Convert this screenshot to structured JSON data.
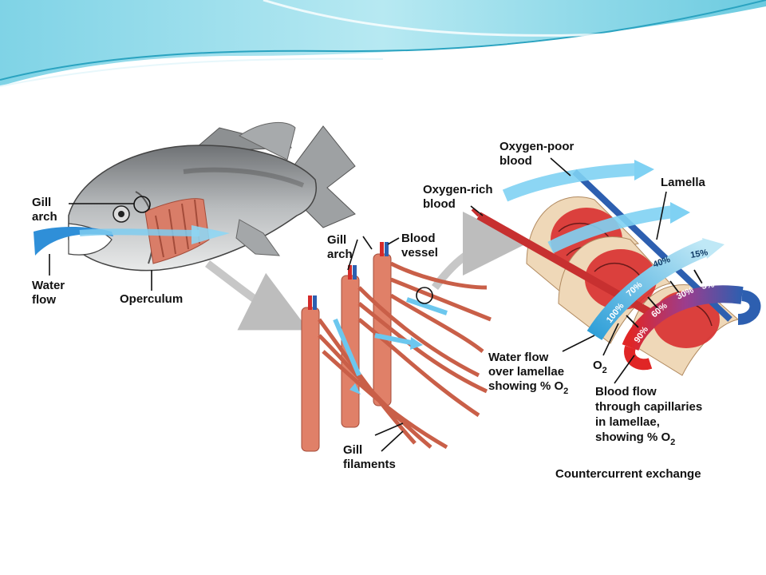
{
  "labels": {
    "gill_arch_1": "Gill",
    "gill_arch_2": "arch",
    "water_flow_1": "Water",
    "water_flow_2": "flow",
    "operculum": "Operculum",
    "gill_arch_mid_1": "Gill",
    "gill_arch_mid_2": "arch",
    "blood_vessel_1": "Blood",
    "blood_vessel_2": "vessel",
    "gill_filaments_1": "Gill",
    "gill_filaments_2": "filaments",
    "oxygen_poor_1": "Oxygen-poor",
    "oxygen_poor_2": "blood",
    "oxygen_rich_1": "Oxygen-rich",
    "oxygen_rich_2": "blood",
    "lamella": "Lamella",
    "water_over_1": "Water flow",
    "water_over_2": "over lamellae",
    "water_over_3": "showing % O",
    "o2": "O",
    "blood_through_1": "Blood flow",
    "blood_through_2": "through capillaries",
    "blood_through_3": "in lamellae,",
    "blood_through_4": "showing % O",
    "subscript_2": "2",
    "countercurrent": "Countercurrent exchange"
  },
  "water_percentages": [
    "100%",
    "70%",
    "40%",
    "15%"
  ],
  "blood_percentages": [
    "90%",
    "60%",
    "30%",
    "5%"
  ],
  "colors": {
    "water": "#5cc0e8",
    "blood_rich": "#d42a2a",
    "blood_poor": "#2d5fb0",
    "muscle": "#d9705a",
    "header_teal": "#3ab4cc"
  }
}
